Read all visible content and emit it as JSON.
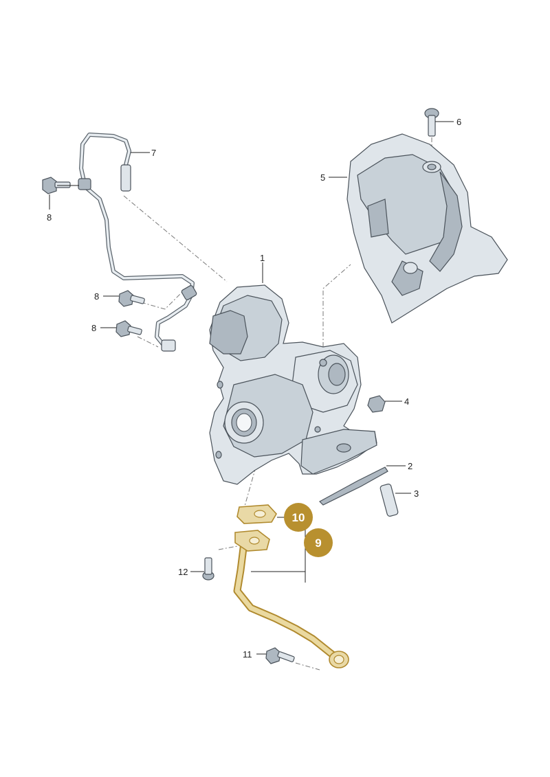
{
  "callouts": [
    {
      "number": "1"
    },
    {
      "number": "2"
    },
    {
      "number": "3"
    },
    {
      "number": "4"
    },
    {
      "number": "5"
    },
    {
      "number": "6"
    },
    {
      "number": "7"
    },
    {
      "number": "8"
    },
    {
      "number": "8"
    },
    {
      "number": "8"
    },
    {
      "number": "11"
    },
    {
      "number": "12"
    }
  ],
  "highlighted_callouts": [
    {
      "number": "10"
    },
    {
      "number": "9"
    }
  ],
  "colors": {
    "highlight_badge": "#b8902f",
    "highlight_part": "#e9d9a6",
    "part_fill": "#dfe5ea",
    "outline": "#4a525a"
  }
}
